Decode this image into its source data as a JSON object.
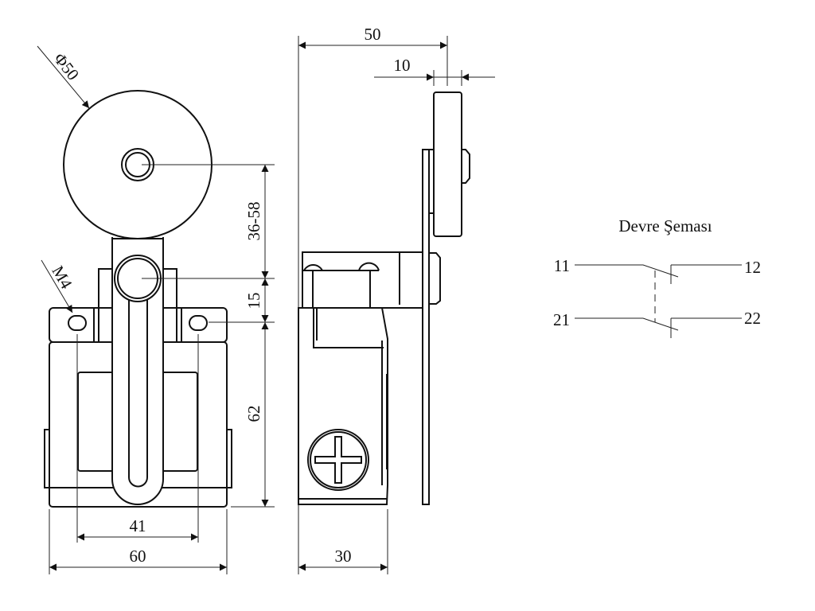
{
  "front_view": {
    "roller_diameter_label": "Φ50",
    "thread_label": "M4",
    "dim_lever_length": "36-58",
    "dim_pivot_to_holes": "15",
    "dim_body_height": "62",
    "dim_hole_spacing": "41",
    "dim_body_width": "60"
  },
  "side_view": {
    "dim_total_depth": "50",
    "dim_roller_width": "10",
    "dim_body_depth": "30"
  },
  "circuit": {
    "title": "Devre Şeması",
    "terminals": [
      "11",
      "12",
      "21",
      "22"
    ]
  }
}
